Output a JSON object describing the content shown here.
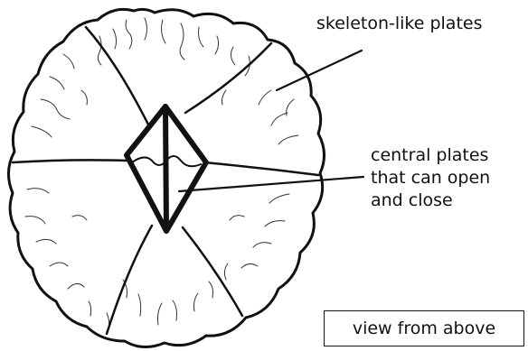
{
  "labels": {
    "skeleton": "skeleton-like plates",
    "central_line1": "central plates",
    "central_line2": "that can open",
    "central_line3": "and close",
    "view": "view from above"
  },
  "colors": {
    "ink": "#111111",
    "background": "#ffffff"
  }
}
